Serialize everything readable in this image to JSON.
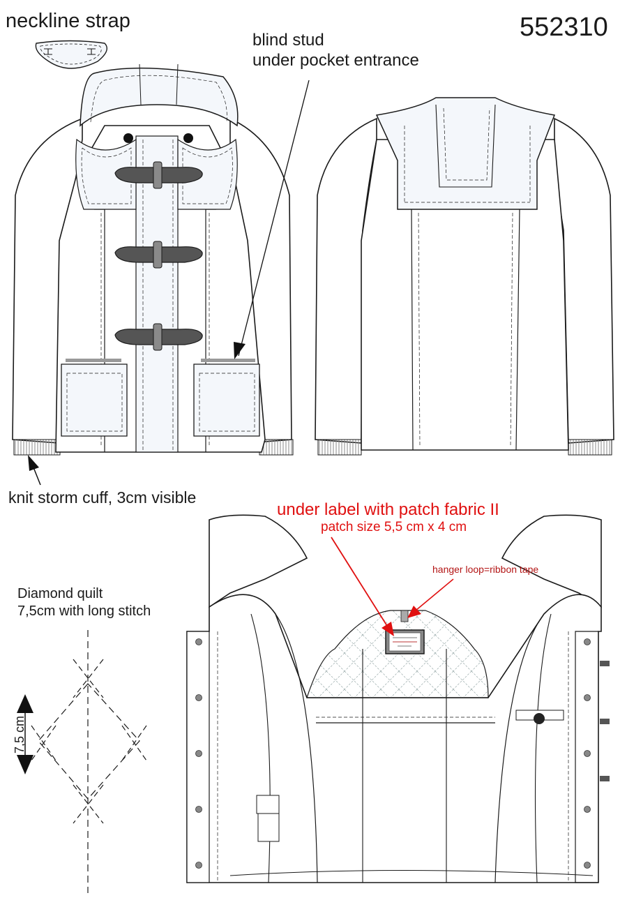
{
  "labels": {
    "neckline_strap": "neckline strap",
    "style_number": "552310",
    "blind_stud_line1": "blind stud",
    "blind_stud_line2": "under pocket entrance",
    "knit_cuff": "knit storm cuff, 3cm visible",
    "under_label": "under label with patch fabric II",
    "patch_size": "patch size 5,5 cm x 4 cm",
    "hanger_loop": "hanger loop=ribbon tape",
    "diamond_line1": "Diamond quilt",
    "diamond_line2": "7,5cm with long stitch",
    "dimension": "7,5 cm"
  },
  "colors": {
    "outline": "#1a1a1a",
    "hood_fill": "#f4f7fb",
    "body_fill": "#ffffff",
    "toggle": "#555555",
    "toggle_peg": "#8a8a8a",
    "annotation_red": "#e01010",
    "cuff_rib": "#b8b8b8"
  },
  "icons": [
    "toggle-button-icon",
    "blind-stud-icon",
    "arrow-icon",
    "patch-label-icon",
    "snap-button-icon"
  ]
}
